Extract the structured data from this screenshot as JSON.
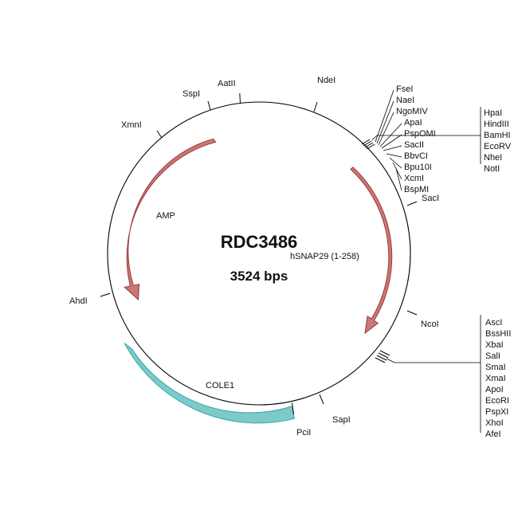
{
  "plasmid": {
    "name": "RDC3486",
    "size_label": "3524 bps",
    "backbone_color": "#000000"
  },
  "features": [
    {
      "id": "amp",
      "label": "AMP",
      "kind": "arrow",
      "fill": "#c97777",
      "stroke": "#9b3a3a"
    },
    {
      "id": "insert",
      "label": "hSNAP29 (1-258)",
      "kind": "arrow",
      "fill": "#c97777",
      "stroke": "#9b3a3a"
    },
    {
      "id": "ori",
      "label": "COLE1",
      "kind": "box",
      "fill": "#7ccaca",
      "stroke": "#3aa5a5"
    }
  ],
  "sites": [
    {
      "label": "SspI"
    },
    {
      "label": "AatII"
    },
    {
      "label": "NdeI"
    },
    {
      "label": "XmnI"
    },
    {
      "label": "SacI"
    },
    {
      "label": "NcoI"
    },
    {
      "label": "AhdI"
    },
    {
      "label": "SapI"
    },
    {
      "label": "PciI"
    }
  ],
  "clusters": {
    "mcs_top_left": [
      "FseI",
      "NaeI",
      "NgoMIV",
      "ApaI",
      "PspOMI",
      "SacII",
      "BbvCI",
      "Bpu10I",
      "XcmI",
      "BspMI"
    ],
    "mcs_top_right": [
      "HpaI",
      "HindIII",
      "BamHI",
      "EcoRV",
      "NheI",
      "NotI"
    ],
    "mcs_bottom_right": [
      "AscI",
      "BssHII",
      "XbaI",
      "SalI",
      "SmaI",
      "XmaI",
      "ApoI",
      "EcoRI",
      "PspXI",
      "XhoI",
      "AfeI"
    ]
  }
}
